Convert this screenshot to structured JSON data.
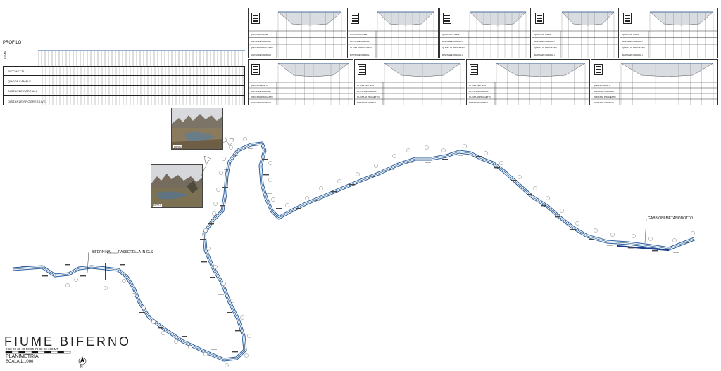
{
  "profile": {
    "title": "PROFILO",
    "scale": "1:5000",
    "rows": [
      "PICCHETTI",
      "QUOTA CANALE",
      "DISTANZE PARZIALI",
      "DISTANZE PROGRESSIVE"
    ]
  },
  "sections": {
    "row_labels": [
      "QUOTA ATTUALE",
      "DISTANZE PARZIALI",
      "QUOTA DI PROGETTO",
      "DISTANZE PARZIALI"
    ]
  },
  "photos": [
    {
      "caption": "FOTO 2"
    },
    {
      "caption": "FOTO 1"
    }
  ],
  "annotations": {
    "biferno_label": "BIFERNINA",
    "footbridge": "PASSERELLA IN CLS",
    "gabions": "GABBIONI METANODOTTO"
  },
  "title": "FIUME BIFERNO",
  "scale_bar_label": "0 10 20 30 40 50 60 70 80 90 100 MT",
  "plan_label": "PLANIMETRIA",
  "plan_scale": "SCALA 1:1000",
  "north": "N",
  "colors": {
    "river": "#2b5f9e",
    "river_fill": "#cfe3f5",
    "line": "#222222"
  }
}
